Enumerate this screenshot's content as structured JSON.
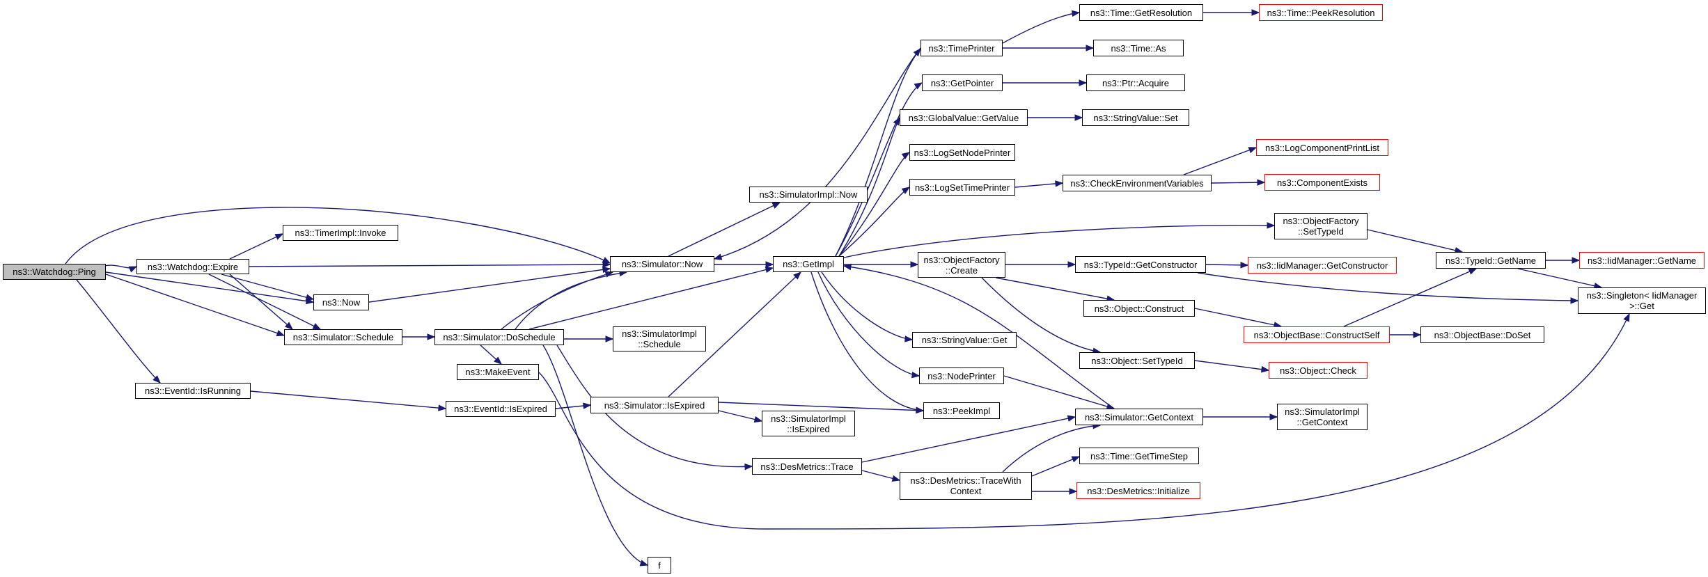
{
  "colors": {
    "edge": "#191970",
    "red_border": "#ff0000",
    "root_fill": "#bfbfbf"
  },
  "nodes": {
    "ping": {
      "label": "ns3::Watchdog::Ping"
    },
    "expire": {
      "label": "ns3::Watchdog::Expire"
    },
    "isrunning": {
      "label": "ns3::EventId::IsRunning"
    },
    "timerinvoke": {
      "label": "ns3::TimerImpl::Invoke"
    },
    "now": {
      "label": "ns3::Now"
    },
    "schedule": {
      "label": "ns3::Simulator::Schedule"
    },
    "doschedule": {
      "label": "ns3::Simulator::DoSchedule"
    },
    "makeevent": {
      "label": "ns3::MakeEvent"
    },
    "iseexpired": {
      "label": "ns3::EventId::IsExpired"
    },
    "f": {
      "label": "f"
    },
    "simnow": {
      "label": "ns3::Simulator::Now"
    },
    "simimplnow": {
      "label": "ns3::SimulatorImpl::Now"
    },
    "getimpl": {
      "label": "ns3::GetImpl"
    },
    "simimplsched": {
      "label": "ns3::SimulatorImpl\n::Schedule"
    },
    "simisexpired": {
      "label": "ns3::Simulator::IsExpired"
    },
    "simimplisexpired": {
      "label": "ns3::SimulatorImpl\n::IsExpired"
    },
    "desmetricstrace": {
      "label": "ns3::DesMetrics::Trace"
    },
    "timeprinter": {
      "label": "ns3::TimePrinter"
    },
    "getpointer": {
      "label": "ns3::GetPointer"
    },
    "globalvalueget": {
      "label": "ns3::GlobalValue::GetValue"
    },
    "logsetnode": {
      "label": "ns3::LogSetNodePrinter"
    },
    "logsettime": {
      "label": "ns3::LogSetTimePrinter"
    },
    "objfactorycreate": {
      "label": "ns3::ObjectFactory\n::Create"
    },
    "stringvalueget": {
      "label": "ns3::StringValue::Get"
    },
    "nodeprinter": {
      "label": "ns3::NodePrinter"
    },
    "peekimpl": {
      "label": "ns3::PeekImpl"
    },
    "tracewithcontext": {
      "label": "ns3::DesMetrics::TraceWith\nContext"
    },
    "timegetres": {
      "label": "ns3::Time::GetResolution"
    },
    "timeas": {
      "label": "ns3::Time::As"
    },
    "ptracquire": {
      "label": "ns3::Ptr::Acquire"
    },
    "stringvalueset": {
      "label": "ns3::StringValue::Set"
    },
    "checkenv": {
      "label": "ns3::CheckEnvironmentVariables"
    },
    "typeidgetctor": {
      "label": "ns3::TypeId::GetConstructor"
    },
    "objconstruct": {
      "label": "ns3::Object::Construct"
    },
    "objsettypeid": {
      "label": "ns3::Object::SetTypeId"
    },
    "simgetcontext": {
      "label": "ns3::Simulator::GetContext"
    },
    "timegetstep": {
      "label": "ns3::Time::GetTimeStep"
    },
    "desinit": {
      "label": "ns3::DesMetrics::Initialize"
    },
    "peekres": {
      "label": "ns3::Time::PeekResolution"
    },
    "logcomplist": {
      "label": "ns3::LogComponentPrintList"
    },
    "compexists": {
      "label": "ns3::ComponentExists"
    },
    "objfactsettypeid": {
      "label": "ns3::ObjectFactory\n::SetTypeId"
    },
    "iidmgrgetctor": {
      "label": "ns3::IidManager::GetConstructor"
    },
    "objbaseconstructself": {
      "label": "ns3::ObjectBase::ConstructSelf"
    },
    "objectcheck": {
      "label": "ns3::Object::Check"
    },
    "simimplgetcontext": {
      "label": "ns3::SimulatorImpl\n::GetContext"
    },
    "typeidgetname": {
      "label": "ns3::TypeId::GetName"
    },
    "objbasedoset": {
      "label": "ns3::ObjectBase::DoSet"
    },
    "iidmgrgetname": {
      "label": "ns3::IidManager::GetName"
    },
    "singletonget": {
      "label": "ns3::Singleton< IidManager\n>::Get"
    }
  }
}
